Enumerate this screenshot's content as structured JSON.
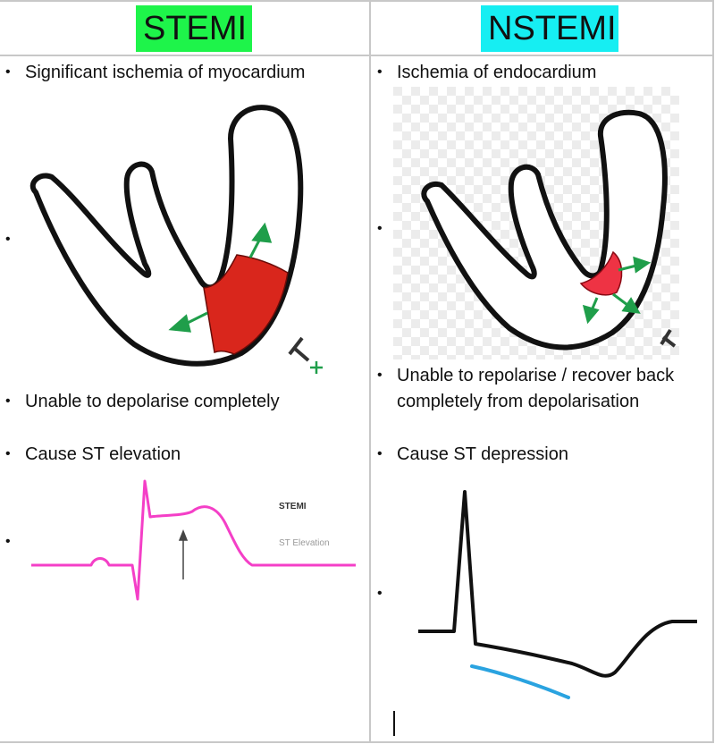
{
  "headers": {
    "left": "STEMI",
    "right": "NSTEMI",
    "left_color": "#1ef44a",
    "right_color": "#16eef2"
  },
  "left": {
    "bullet1": "Significant ischemia of myocardium",
    "bullet2": "Unable to depolarise completely",
    "bullet3": "Cause ST elevation",
    "ecg_label_title": "STEMI",
    "ecg_label_sub": "ST Elevation",
    "ischemia_color": "#d9261c",
    "ecg_color": "#f43fc7"
  },
  "right": {
    "bullet1": "Ischemia of endocardium",
    "bullet2_line1": "Unable to repolarise / recover back",
    "bullet2_line2": "completely  from depolarisation",
    "bullet3": "Cause ST depression",
    "ischemia_color": "#ee3344",
    "st_segment_color": "#2aa3e0"
  },
  "bullet_glyph": "•"
}
